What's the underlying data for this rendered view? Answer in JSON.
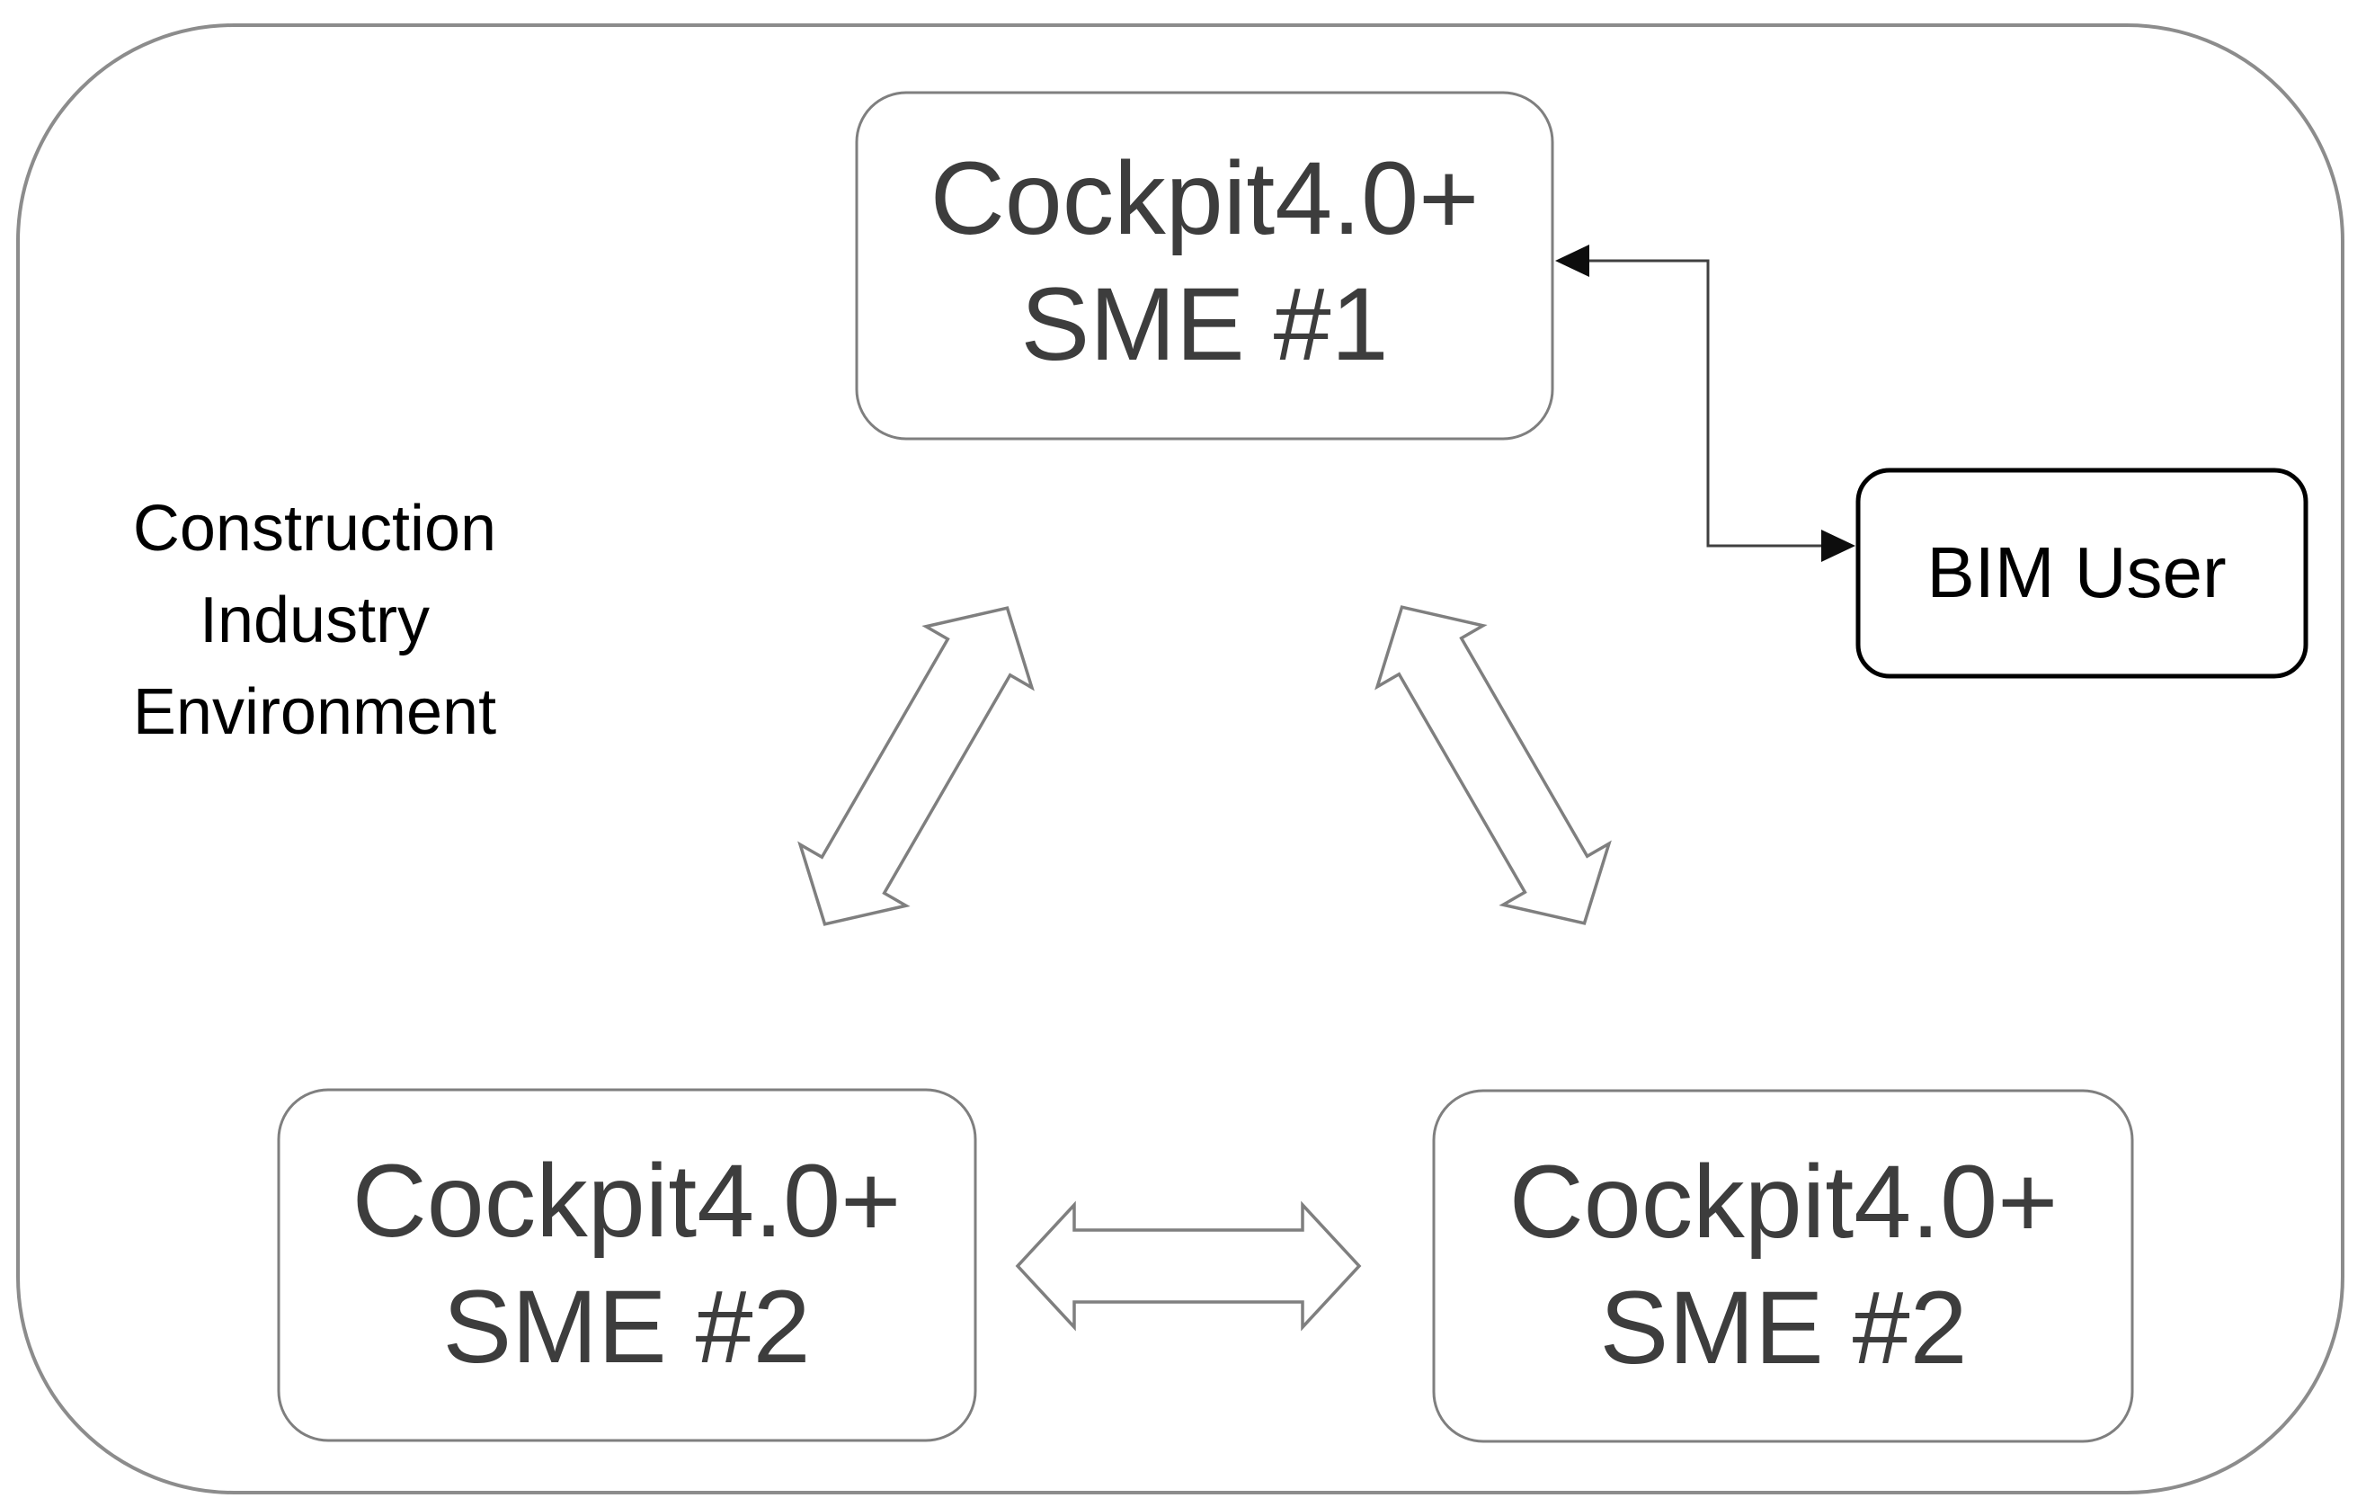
{
  "diagram": {
    "environment_label": {
      "line1": "Construction",
      "line2": "Industry",
      "line3": "Environment"
    },
    "nodes": {
      "sme1": {
        "line1": "Cockpit4.0+",
        "line2": "SME #1"
      },
      "sme2_left": {
        "line1": "Cockpit4.0+",
        "line2": "SME #2"
      },
      "sme2_right": {
        "line1": "Cockpit4.0+",
        "line2": "SME #2"
      },
      "bim_user": {
        "label": "BIM User"
      }
    },
    "colors": {
      "environment_border": "#8c8c8c",
      "node_border": "#7f7f7f",
      "node_text": "#3d3d3d",
      "bim_border": "#000000",
      "bim_text": "#000000",
      "label_text": "#000000",
      "arrow_outline": "#7f7f7f",
      "arrow_fill": "#ffffff",
      "connector": "#404040",
      "arrowhead": "#0d0d0d",
      "background": "#ffffff"
    }
  }
}
